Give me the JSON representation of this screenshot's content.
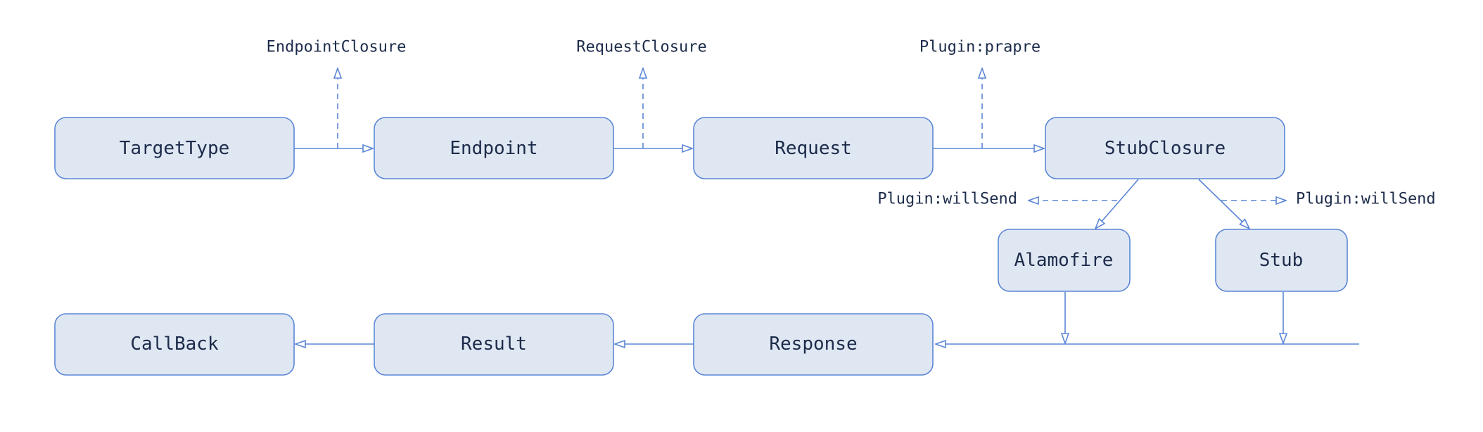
{
  "diagram": {
    "style": {
      "box_fill": "#dfe7f2",
      "box_stroke": "#5b86d6",
      "edge_color": "#5b86d6",
      "text_color": "#1c2b4a"
    },
    "nodes": {
      "targettype": "TargetType",
      "endpoint": "Endpoint",
      "request": "Request",
      "stubclosure": "StubClosure",
      "alamofire": "Alamofire",
      "stub": "Stub",
      "response": "Response",
      "result": "Result",
      "callback": "CallBack"
    },
    "labels": {
      "endpoint_closure": "EndpointClosure",
      "request_closure": "RequestClosure",
      "plugin_prapre": "Plugin:prapre",
      "plugin_willsend_left": "Plugin:willSend",
      "plugin_willsend_right": "Plugin:willSend"
    },
    "edges": [
      {
        "from": "targettype",
        "to": "endpoint",
        "style": "solid"
      },
      {
        "from": "endpoint",
        "to": "request",
        "style": "solid"
      },
      {
        "from": "request",
        "to": "stubclosure",
        "style": "solid"
      },
      {
        "from": "stubclosure",
        "to": "alamofire",
        "style": "solid"
      },
      {
        "from": "stubclosure",
        "to": "stub",
        "style": "solid"
      },
      {
        "from": "alamofire",
        "to": "response",
        "style": "solid"
      },
      {
        "from": "stub",
        "to": "response",
        "style": "solid"
      },
      {
        "from": "response",
        "to": "result",
        "style": "solid"
      },
      {
        "from": "result",
        "to": "callback",
        "style": "solid"
      },
      {
        "from": "targettype-endpoint",
        "to": "endpoint_closure",
        "style": "dashed"
      },
      {
        "from": "endpoint-request",
        "to": "request_closure",
        "style": "dashed"
      },
      {
        "from": "request-stubclosure",
        "to": "plugin_prapre",
        "style": "dashed"
      },
      {
        "from": "stubclosure-alamofire",
        "to": "plugin_willsend_left",
        "style": "dashed"
      },
      {
        "from": "stubclosure-stub",
        "to": "plugin_willsend_right",
        "style": "dashed"
      }
    ]
  }
}
